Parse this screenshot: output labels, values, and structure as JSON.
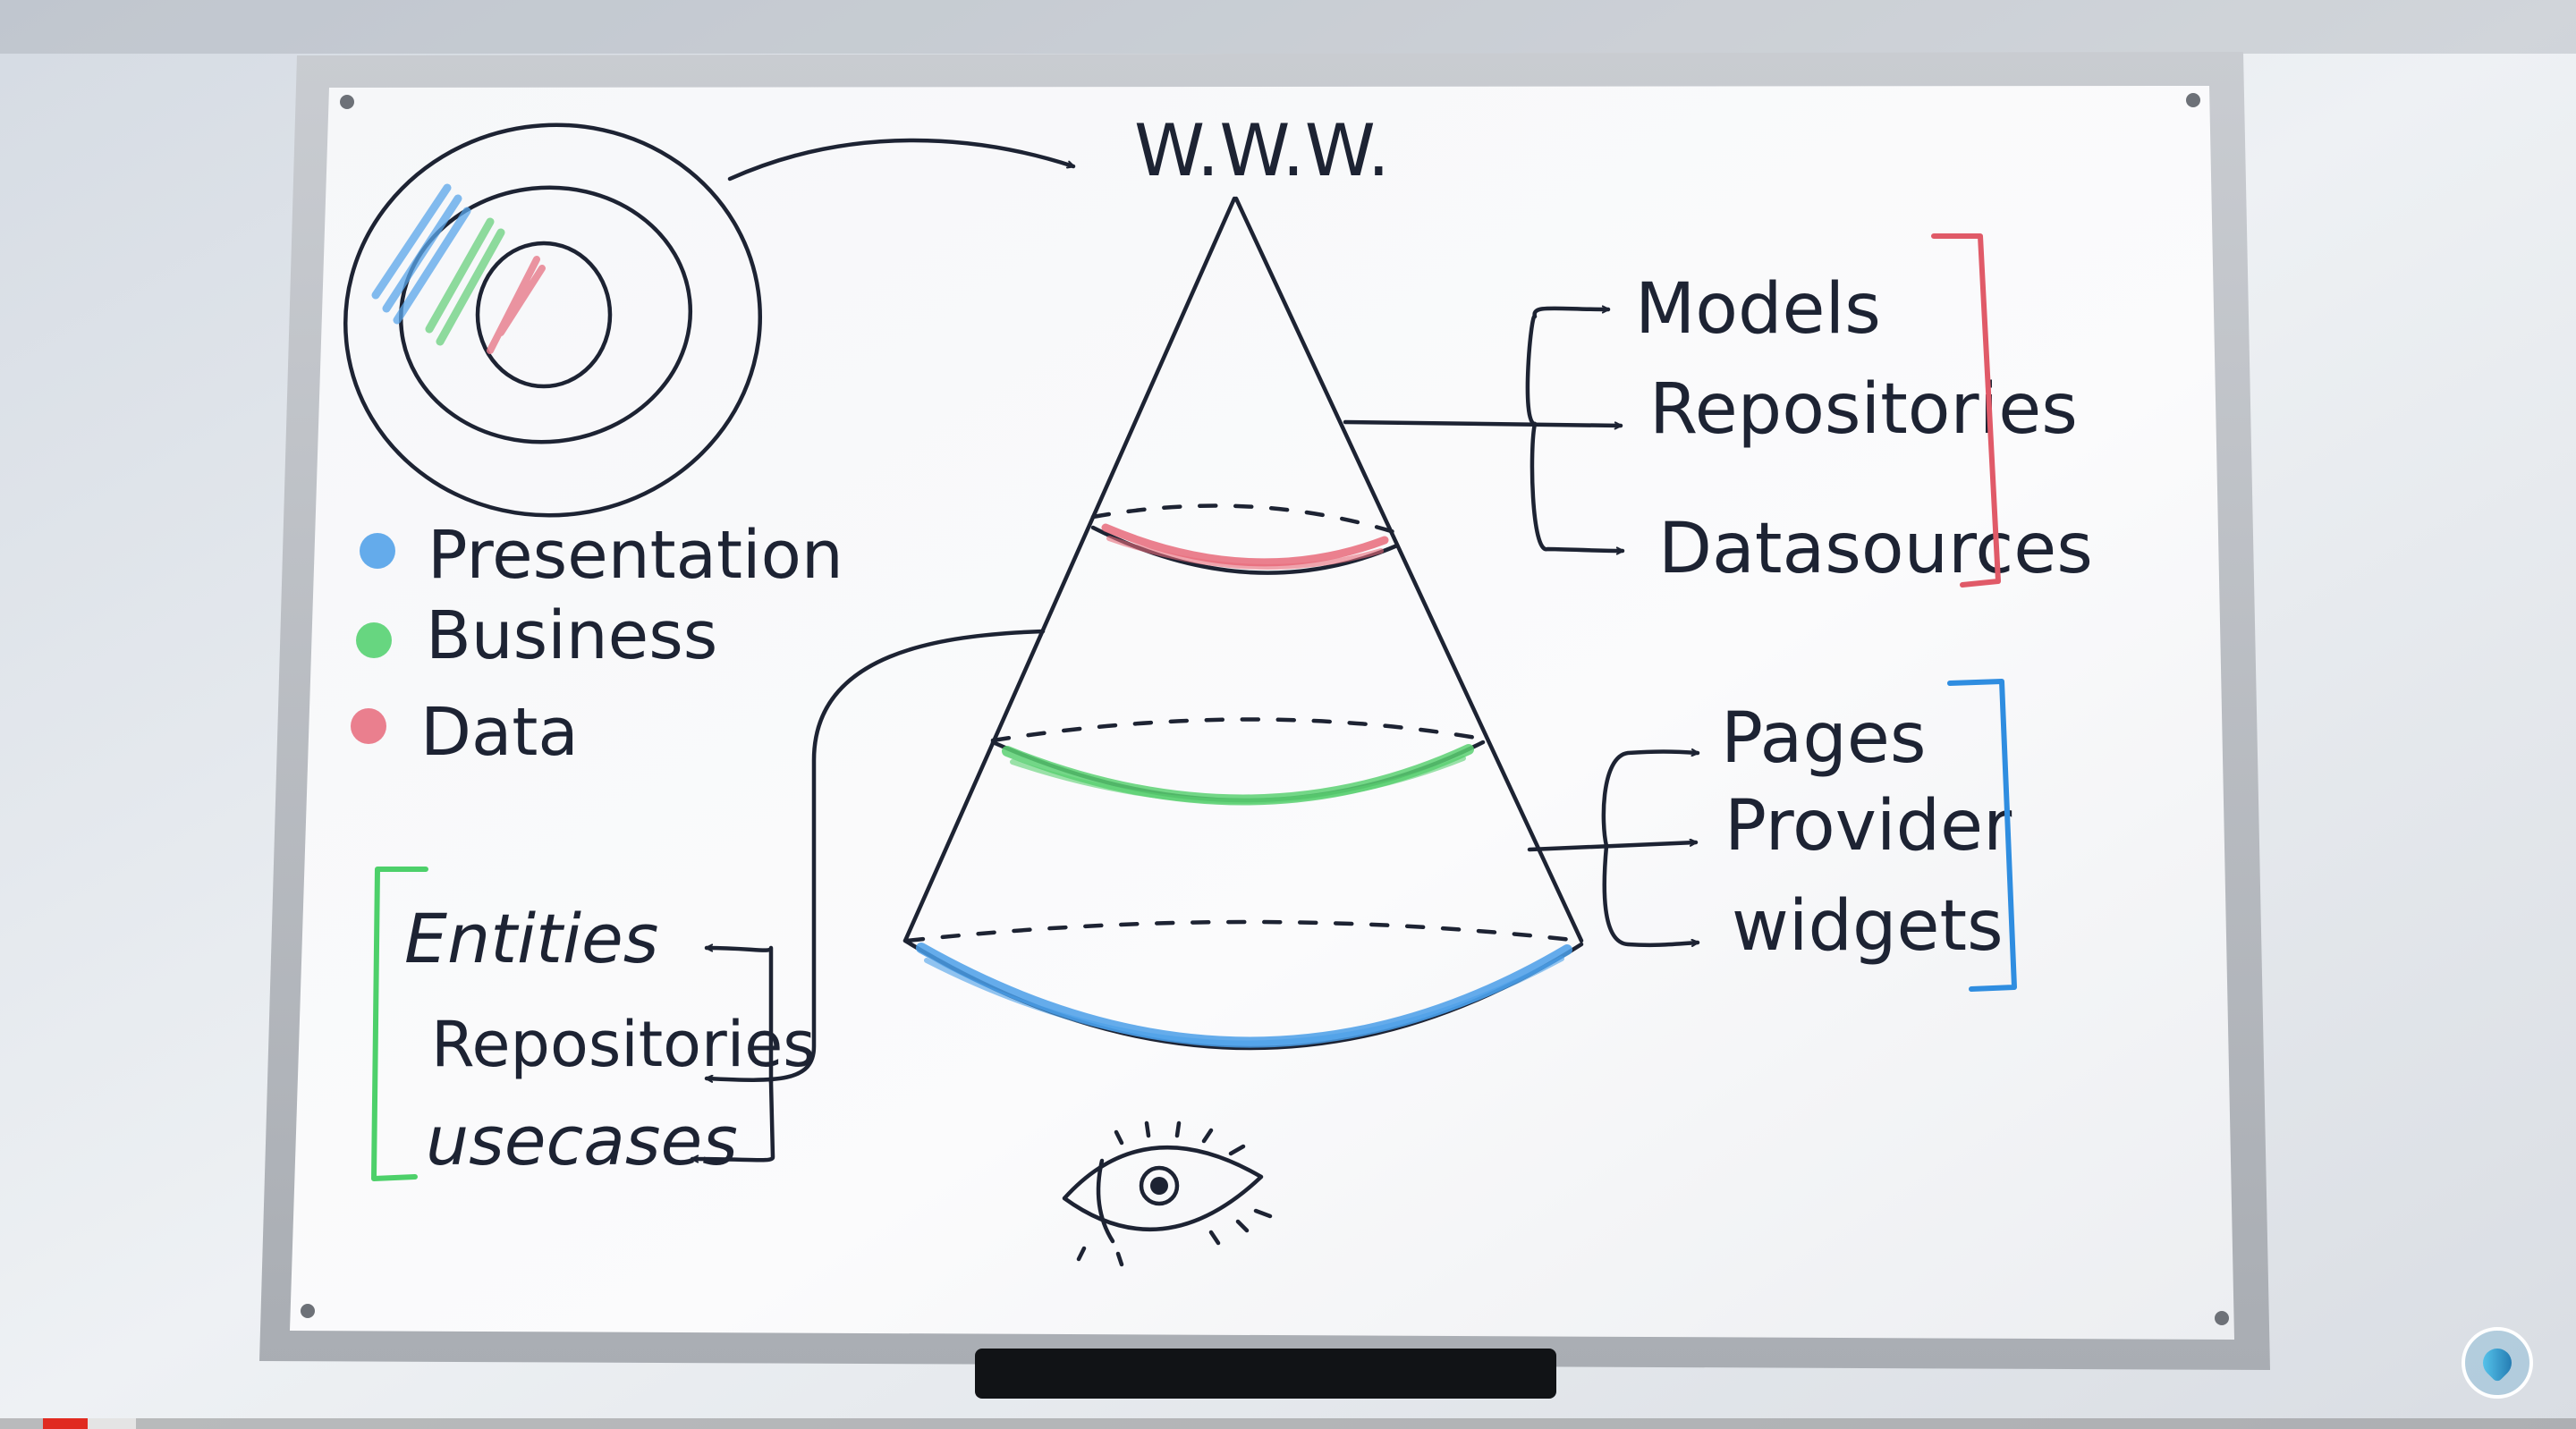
{
  "whiteboard": {
    "top_label": "W.W.W.",
    "legend": [
      {
        "label": "Presentation",
        "color": "#4a9ee8"
      },
      {
        "label": "Business",
        "color": "#4dd06a"
      },
      {
        "label": "Data",
        "color": "#e86a7a"
      }
    ],
    "data_layer_items": [
      "Models",
      "Repositories",
      "Datasources"
    ],
    "presentation_layer_items": [
      "Pages",
      "Provider",
      "widgets"
    ],
    "business_layer_items": [
      "Entities",
      "Repositories",
      "usecases"
    ],
    "bracket_colors": {
      "data": "#e05a68",
      "presentation": "#2f8de0",
      "business": "#4dd06a"
    }
  },
  "player": {
    "progress_color": "#e02a20",
    "badge_icon": "channel-logo-icon"
  }
}
